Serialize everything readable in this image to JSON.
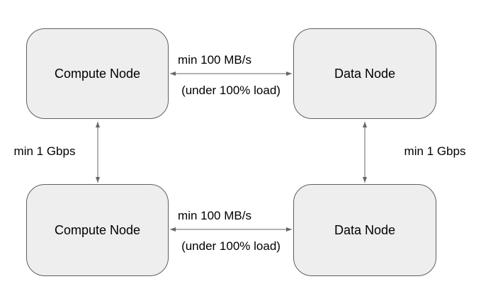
{
  "diagram": {
    "colors": {
      "background": "#ffffff",
      "node_fill": "#eeeeee",
      "node_border": "#5f5f5f",
      "arrow_color": "#666666",
      "text_color": "#000000"
    },
    "nodes": [
      {
        "id": "compute-node-top",
        "label": "Compute Node"
      },
      {
        "id": "data-node-top",
        "label": "Data Node"
      },
      {
        "id": "compute-node-bottom",
        "label": "Compute Node"
      },
      {
        "id": "data-node-bottom",
        "label": "Data Node"
      }
    ],
    "edges": [
      {
        "id": "top-horizontal-link",
        "rate_label": "min 100 MB/s",
        "condition_label": "(under 100% load)"
      },
      {
        "id": "bottom-horizontal-link",
        "rate_label": "min 100 MB/s",
        "condition_label": "(under 100% load)"
      },
      {
        "id": "left-vertical-link",
        "rate_label": "min 1 Gbps"
      },
      {
        "id": "right-vertical-link",
        "rate_label": "min 1 Gbps"
      }
    ]
  }
}
